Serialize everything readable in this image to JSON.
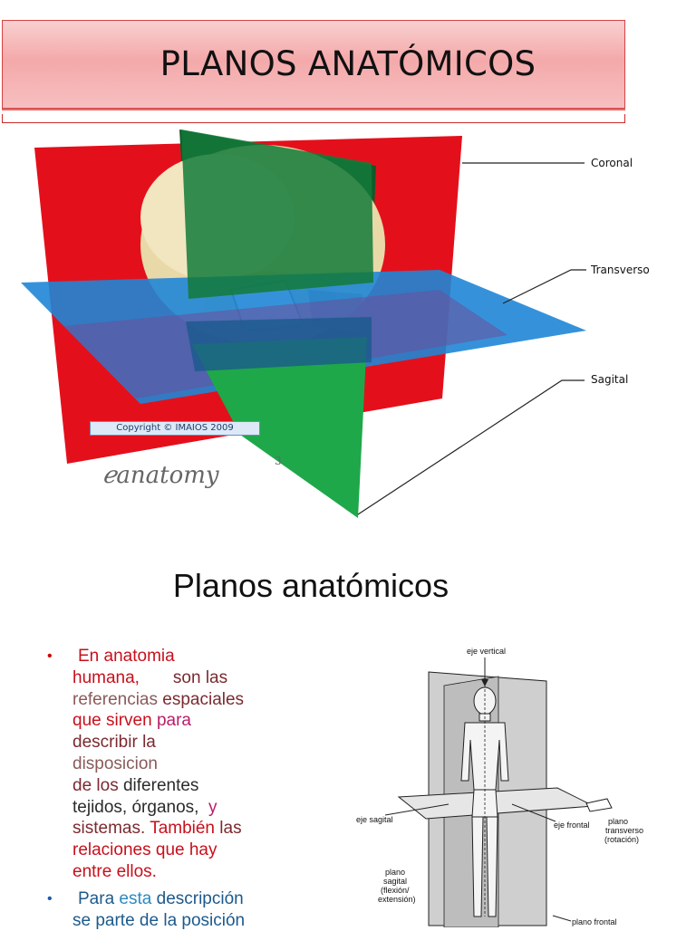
{
  "slide1": {
    "title": "PLANOS ANATÓMICOS",
    "figure": {
      "labels": {
        "coronal": "Coronal",
        "transverse": "Transverso",
        "sagittal": "Sagital"
      },
      "copyright": "Copyright © IMAIOS 2009",
      "logo": "anatomy",
      "logo_sup": "3",
      "colors": {
        "coronal": "#e3101c",
        "transverse": "#1f86d6",
        "sagittal": "#1ea84a"
      }
    }
  },
  "slide2": {
    "title": "Planos anatómicos",
    "bullet1": {
      "w1": "En anatomia",
      "w2": "humana,",
      "w3": "son las",
      "w4": "referencias",
      "w5": "espaciales",
      "w6": "que sirven",
      "w7": "para",
      "w8": "describir la",
      "w9": "disposicion",
      "w10": "de los",
      "w11": "diferentes",
      "w12": "tejidos, órganos,",
      "w13": "y",
      "w14": "sistemas.",
      "w15": "También",
      "w16": "las",
      "w17": "relaciones",
      "w18": "que hay",
      "w19": "entre ellos."
    },
    "bullet2": {
      "w1": "Para",
      "w2": "esta",
      "w3": "descripción",
      "w4": "se parte de la posición"
    },
    "figure": {
      "eje_vertical": "eje vertical",
      "eje_sagital": "eje sagital",
      "eje_frontal": "eje frontal",
      "plano_transverso_1": "plano",
      "plano_transverso_2": "transverso",
      "plano_transverso_3": "(rotación)",
      "plano_sagital_1": "plano",
      "plano_sagital_2": "sagital",
      "plano_sagital_3": "(flexión/",
      "plano_sagital_4": "extensión)",
      "plano_frontal": "plano frontal"
    }
  }
}
